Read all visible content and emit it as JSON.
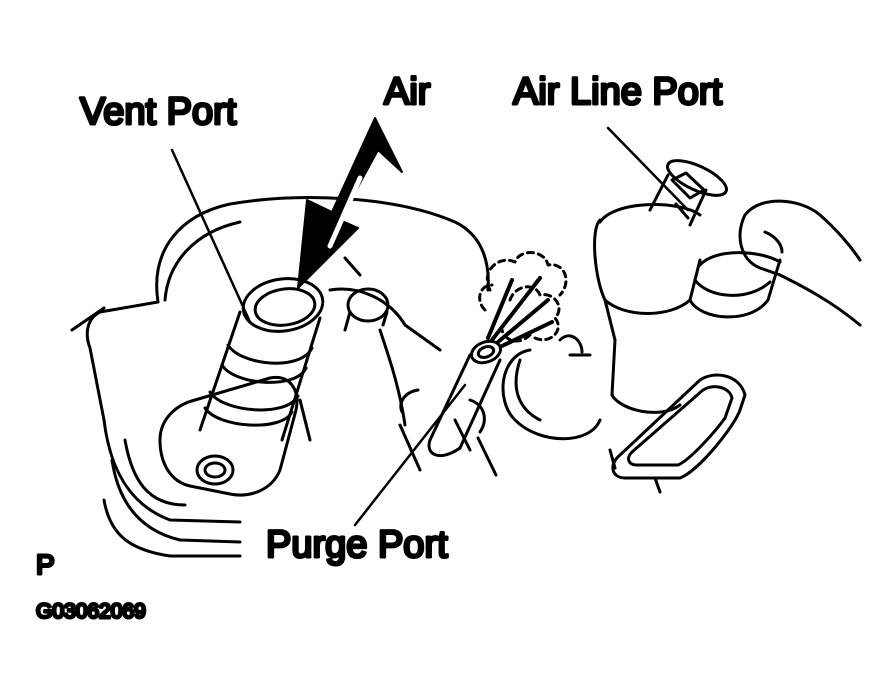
{
  "labels": {
    "vent_port": "Vent Port",
    "air": "Air",
    "air_line_port": "Air Line Port",
    "purge_port": "Purge Port",
    "view_code": "P",
    "figure_id": "G03062069"
  },
  "colors": {
    "ink": "#000000",
    "paper": "#ffffff"
  }
}
